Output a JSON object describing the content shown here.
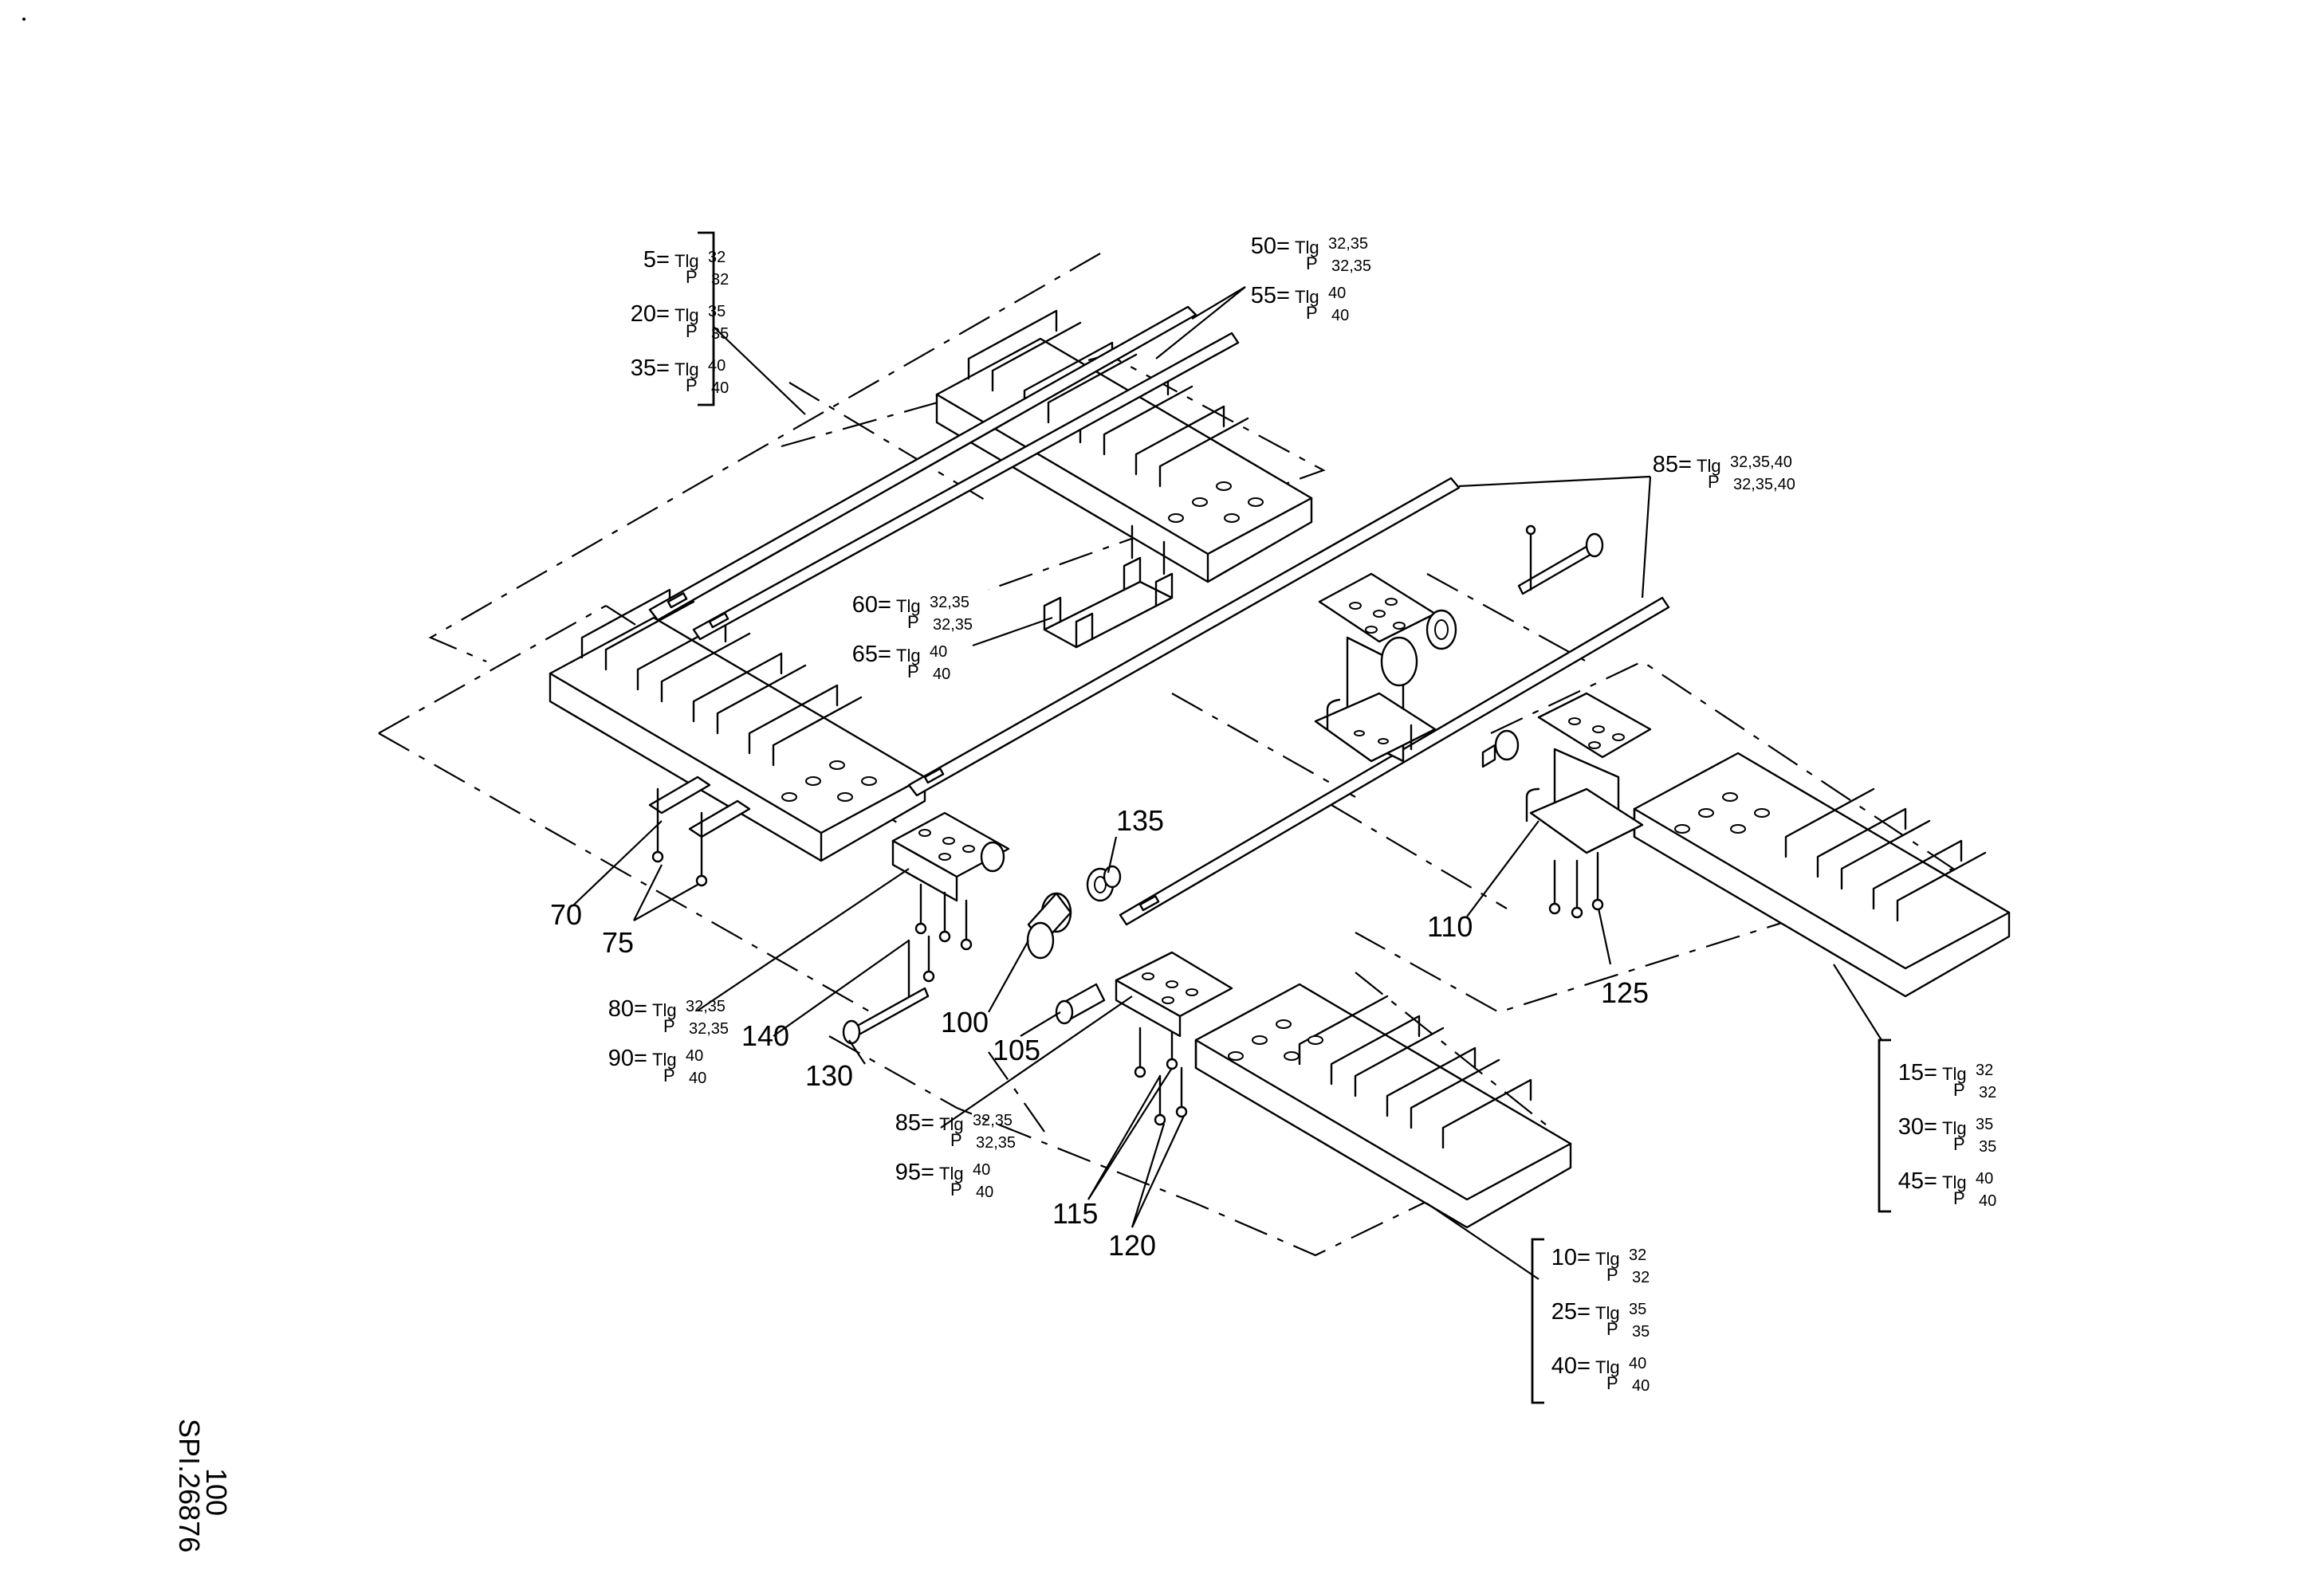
{
  "drawing": {
    "number": "SPI.26876",
    "sheet": "100"
  },
  "callouts": [
    "70",
    "75",
    "100",
    "105",
    "110",
    "115",
    "120",
    "125",
    "130",
    "135",
    "140"
  ],
  "labels": {
    "tlg": "Tlg",
    "p": "P"
  },
  "groups": {
    "top_left": [
      {
        "code": "5=",
        "tlg": "32",
        "p": "32"
      },
      {
        "code": "20=",
        "tlg": "35",
        "p": "35"
      },
      {
        "code": "35=",
        "tlg": "40",
        "p": "40"
      }
    ],
    "top_center": [
      {
        "code": "50=",
        "tlg": "32,35",
        "p": "32,35"
      },
      {
        "code": "55=",
        "tlg": "40",
        "p": "40"
      }
    ],
    "top_right": [
      {
        "code": "85=",
        "tlg": "32,35,40",
        "p": "32,35,40"
      }
    ],
    "middle": [
      {
        "code": "60=",
        "tlg": "32,35",
        "p": "32,35"
      },
      {
        "code": "65=",
        "tlg": "40",
        "p": "40"
      }
    ],
    "left_lower": [
      {
        "code": "80=",
        "tlg": "32,35",
        "p": "32,35"
      },
      {
        "code": "90=",
        "tlg": "40",
        "p": "40"
      }
    ],
    "center_lower": [
      {
        "code": "85=",
        "tlg": "32,35",
        "p": "32,35"
      },
      {
        "code": "95=",
        "tlg": "40",
        "p": "40"
      }
    ],
    "bottom_center": [
      {
        "code": "10=",
        "tlg": "32",
        "p": "32"
      },
      {
        "code": "25=",
        "tlg": "35",
        "p": "35"
      },
      {
        "code": "40=",
        "tlg": "40",
        "p": "40"
      }
    ],
    "right": [
      {
        "code": "15=",
        "tlg": "32",
        "p": "32"
      },
      {
        "code": "30=",
        "tlg": "35",
        "p": "35"
      },
      {
        "code": "45=",
        "tlg": "40",
        "p": "40"
      }
    ]
  }
}
